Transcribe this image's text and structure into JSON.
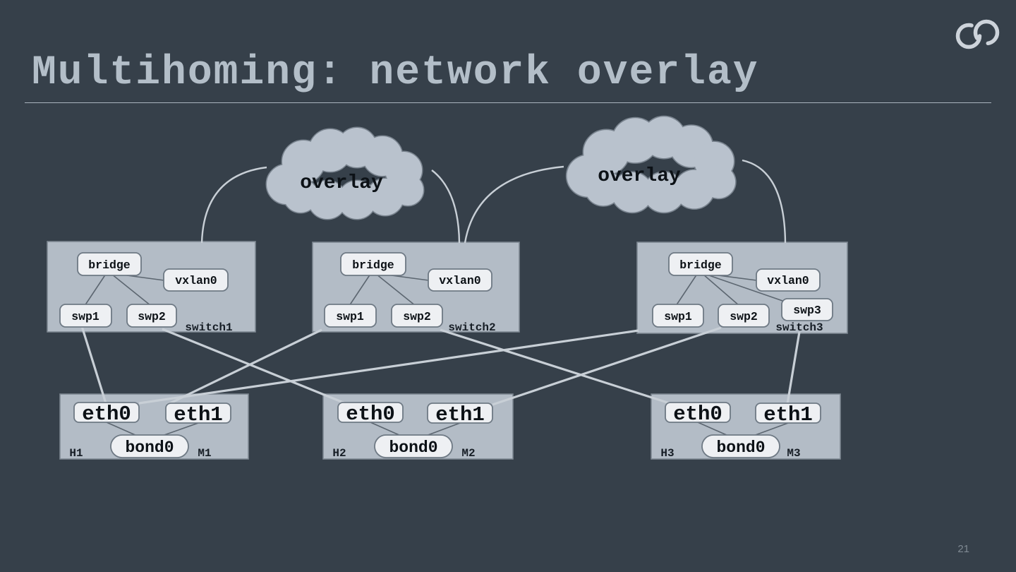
{
  "slide": {
    "title": "Multihoming: network overlay",
    "page_number": "21"
  },
  "clouds": [
    {
      "label": "overlay"
    },
    {
      "label": "overlay"
    }
  ],
  "switches": [
    {
      "label": "switch1",
      "bridge": "bridge",
      "vxlan": "vxlan0",
      "ports": [
        "swp1",
        "swp2"
      ]
    },
    {
      "label": "switch2",
      "bridge": "bridge",
      "vxlan": "vxlan0",
      "ports": [
        "swp1",
        "swp2"
      ]
    },
    {
      "label": "switch3",
      "bridge": "bridge",
      "vxlan": "vxlan0",
      "ports": [
        "swp1",
        "swp2",
        "swp3"
      ]
    }
  ],
  "hosts": [
    {
      "label_left": "H1",
      "label_right": "M1",
      "interfaces": [
        "eth0",
        "eth1"
      ],
      "bond": "bond0"
    },
    {
      "label_left": "H2",
      "label_right": "M2",
      "interfaces": [
        "eth0",
        "eth1"
      ],
      "bond": "bond0"
    },
    {
      "label_left": "H3",
      "label_right": "M3",
      "interfaces": [
        "eth0",
        "eth1"
      ],
      "bond": "bond0"
    }
  ],
  "links": [
    {
      "from": "switch1.swp1",
      "to": "H1.eth0"
    },
    {
      "from": "switch2.swp1",
      "to": "H1.eth1"
    },
    {
      "from": "switch3.swp1",
      "to": "H1.eth0"
    },
    {
      "from": "switch1.swp2",
      "to": "H2.eth0"
    },
    {
      "from": "switch3.swp2",
      "to": "H2.eth1"
    },
    {
      "from": "switch2.swp2",
      "to": "H3.eth0"
    },
    {
      "from": "switch3.swp3",
      "to": "H3.eth1"
    },
    {
      "from": "overlay-cloud-1",
      "to": "switch1"
    },
    {
      "from": "overlay-cloud-1",
      "to": "switch2"
    },
    {
      "from": "overlay-cloud-2",
      "to": "switch2"
    },
    {
      "from": "overlay-cloud-2",
      "to": "switch3"
    }
  ],
  "colors": {
    "background": "#36404a",
    "title": "#b3bec8",
    "box_fill": "#b3bcc6",
    "node_fill": "#eef0f3",
    "cloud_fill": "#b9c2cd",
    "link_line": "#c8cfd6",
    "inner_line": "#5c6670"
  }
}
